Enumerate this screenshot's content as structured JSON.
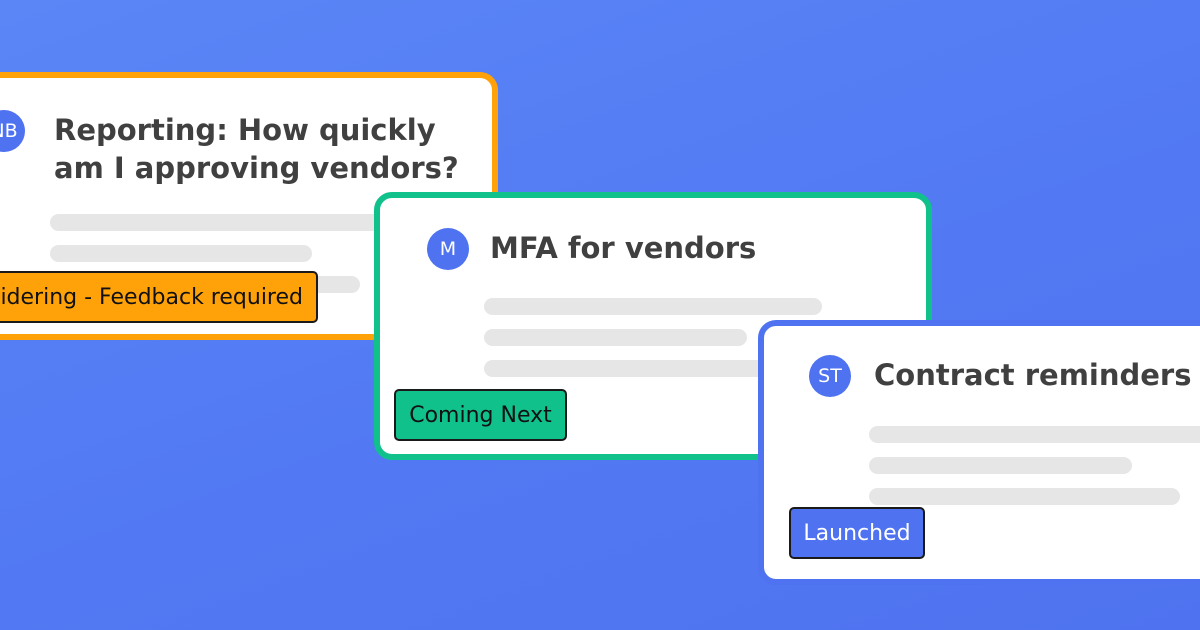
{
  "cards": [
    {
      "avatar": "NB",
      "title_line1": "Reporting: How quickly",
      "title_line2": "am I approving vendors?",
      "status": "Considering - Feedback required",
      "accent": "#ffa20a"
    },
    {
      "avatar": "M",
      "title": "MFA for vendors",
      "status": "Coming Next",
      "accent": "#10c18b"
    },
    {
      "avatar": "ST",
      "title": "Contract reminders",
      "status": "Launched",
      "accent": "#4f73f0"
    }
  ],
  "colors": {
    "background": "#5479f2",
    "avatar": "#4f73f0",
    "placeholder_line": "#e6e6e6"
  }
}
